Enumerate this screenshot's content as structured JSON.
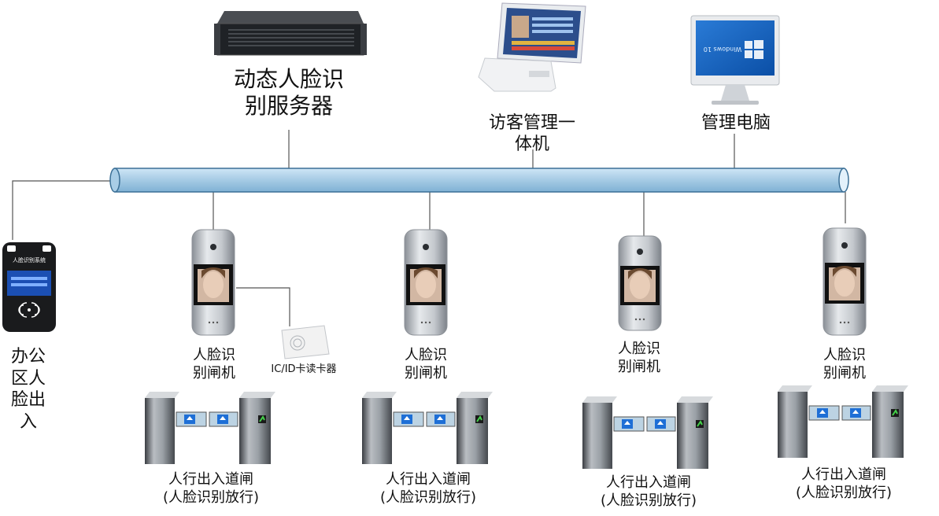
{
  "nodes": {
    "server": {
      "name": "动态人脸识别服务器",
      "line1": "动态人脸识",
      "line2": "别服务器"
    },
    "kiosk": {
      "line1": "访客管理一",
      "line2": "体机"
    },
    "pc": {
      "name": "管理电脑",
      "screen_text": "Windows 10"
    },
    "office": {
      "name": "办公区人脸出入"
    },
    "terminal_screen_title": "人脸识别系统",
    "card_reader": {
      "name": "IC/ID卡读卡器"
    },
    "terminals": [
      {
        "line1": "人脸识",
        "line2": "别闸机"
      },
      {
        "line1": "人脸识",
        "line2": "别闸机"
      },
      {
        "line1": "人脸识",
        "line2": "别闸机"
      },
      {
        "line1": "人脸识",
        "line2": "别闸机"
      }
    ],
    "gates": [
      {
        "line1": "人行出入道闸",
        "line2": "(人脸识别放行)"
      },
      {
        "line1": "人行出入道闸",
        "line2": "(人脸识别放行)"
      },
      {
        "line1": "人行出入道闸",
        "line2": "(人脸识别放行)"
      },
      {
        "line1": "人行出入道闸",
        "line2": "(人脸识别放行)"
      }
    ]
  },
  "colors": {
    "bus": "#a9cde6",
    "bus_edge": "#3b6f96",
    "line": "#555555"
  }
}
